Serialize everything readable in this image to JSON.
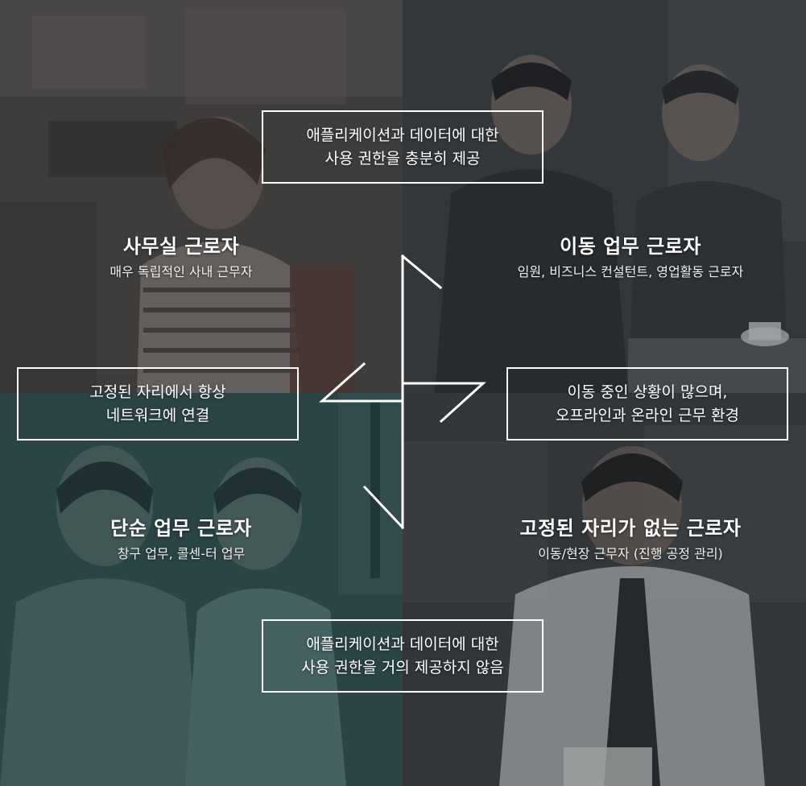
{
  "quadrants": {
    "top_left": {
      "title": "사무실 근로자",
      "subtitle": "매우 독립적인 사내 근무자"
    },
    "top_right": {
      "title": "이동 업무 근로자",
      "subtitle": "임원, 비즈니스 컨설턴트, 영업활동 근로자"
    },
    "bottom_left": {
      "title": "단순 업무 근로자",
      "subtitle": "창구 업무, 콜센-터 업무"
    },
    "bottom_right": {
      "title": "고정된 자리가 없는 근로자",
      "subtitle": "이동/현장 근무자 (진행 공정 관리)"
    }
  },
  "axis_labels": {
    "top": {
      "line1": "애플리케이션과 데이터에 대한",
      "line2": "사용 권한을 충분히 제공"
    },
    "left": {
      "line1": "고정된 자리에서 항상",
      "line2": "네트워크에 연결"
    },
    "right": {
      "line1": "이동 중인 상황이 많으며,",
      "line2": "오프라인과 온라인 근무 환경"
    },
    "bottom": {
      "line1": "애플리케이션과 데이터에 대한",
      "line2": "사용 권한을 거의 제공하지 않음"
    }
  },
  "colors": {
    "top_left_tint": "#4a4746",
    "top_right_tint": "#3c4043",
    "bottom_left_tint": "#2f4a4b",
    "bottom_right_tint": "#3d4143",
    "line": "#ffffff"
  }
}
